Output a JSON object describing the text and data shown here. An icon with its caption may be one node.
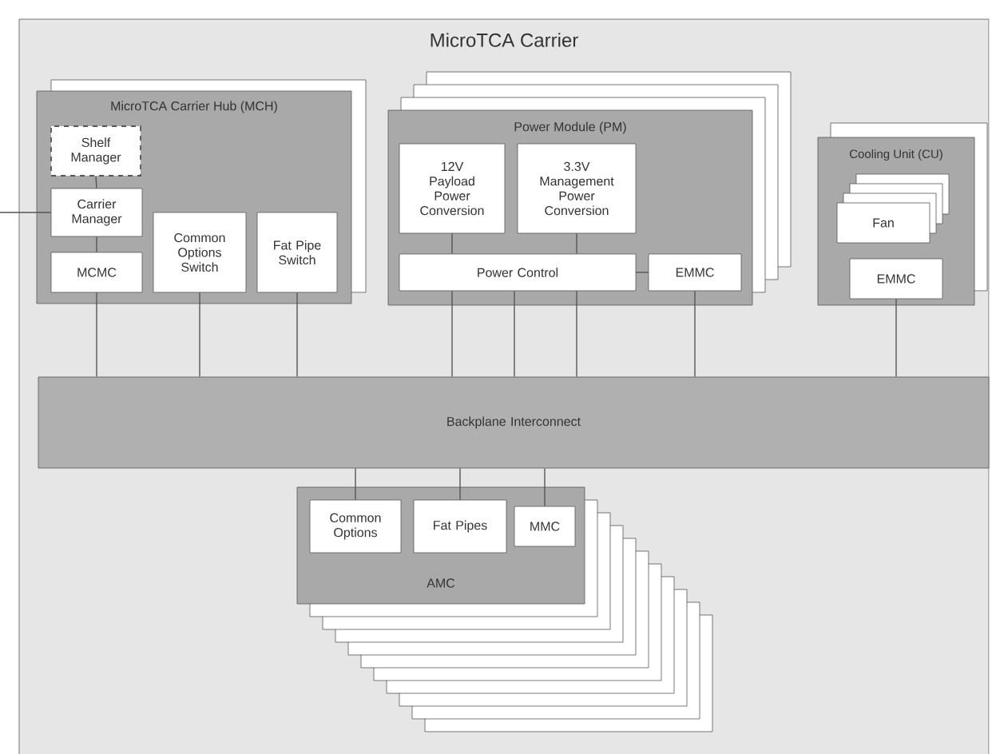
{
  "diagram": {
    "nodes": [
      {
        "text": [
          "MicroTCA Carrier"
        ]
      },
      {
        "text": [
          "MicroTCA Carrier Hub (MCH)"
        ],
        "in": 0
      },
      {
        "text": [
          "Shelf Manager"
        ],
        "in": 1
      },
      {
        "text": [
          "Carrier Manager"
        ],
        "in": 1
      },
      {
        "text": [
          "MCMC"
        ],
        "in": 1
      },
      {
        "text": [
          "Common Options Switch"
        ],
        "in": 1
      },
      {
        "text": [
          "Fat Pipe Switch"
        ],
        "in": 1
      },
      {
        "text": [
          "Power Module (PM)"
        ],
        "in": 0
      },
      {
        "text": [
          "12V Payload Power Conversion"
        ],
        "in": 7
      },
      {
        "text": [
          "3.3V Management Power Conversion"
        ],
        "in": 7
      },
      {
        "text": [
          "Power Control"
        ],
        "in": 7
      },
      {
        "text": [
          "EMMC"
        ],
        "in": 7
      },
      {
        "text": [
          "Cooling Unit (CU)"
        ],
        "in": 0
      },
      {
        "text": [
          "Fan"
        ],
        "in": 12
      },
      {
        "text": [
          "EMMC"
        ],
        "in": 12
      },
      {
        "text": [
          "Backplane Interconnect"
        ],
        "in": 0
      },
      {
        "text": [
          "AMC"
        ],
        "in": 0
      },
      {
        "text": [
          "Common Options"
        ],
        "in": 16
      },
      {
        "text": [
          "Fat Pipes"
        ],
        "in": 16
      },
      {
        "text": [
          "MMC"
        ],
        "in": 16
      }
    ],
    "edges": [
      {
        "from": 2,
        "to": 3,
        "arrow": "none"
      },
      {
        "from": null,
        "to": 3,
        "arrow": "none"
      },
      {
        "from": 3,
        "to": 4,
        "arrow": "none"
      },
      {
        "from": 4,
        "to": 15,
        "arrow": "none"
      },
      {
        "from": 5,
        "to": 15,
        "arrow": "none"
      },
      {
        "from": 6,
        "to": 15,
        "arrow": "none"
      },
      {
        "from": 8,
        "to": 10,
        "arrow": "none"
      },
      {
        "from": 9,
        "to": 10,
        "arrow": "none"
      },
      {
        "from": 10,
        "to": 15,
        "arrow": "none"
      },
      {
        "from": 10,
        "to": 15,
        "arrow": "none"
      },
      {
        "from": 10,
        "to": 15,
        "arrow": "none"
      },
      {
        "from": 10,
        "to": 11,
        "arrow": "none"
      },
      {
        "from": 11,
        "to": 15,
        "arrow": "none"
      },
      {
        "from": 14,
        "to": 15,
        "arrow": "none"
      },
      {
        "from": 15,
        "to": 17,
        "arrow": "none"
      },
      {
        "from": 15,
        "to": 18,
        "arrow": "none"
      },
      {
        "from": 15,
        "to": 19,
        "arrow": "none"
      }
    ]
  }
}
